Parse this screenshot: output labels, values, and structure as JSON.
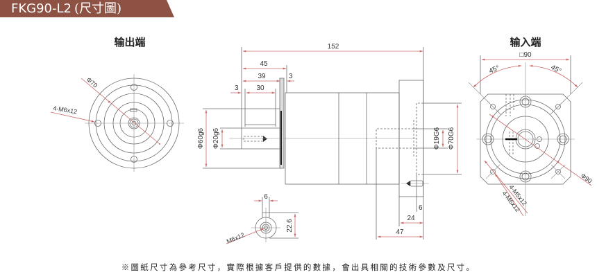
{
  "header": {
    "title": "FKG90-L2",
    "title_suffix": "(尺寸圖)"
  },
  "output_view": {
    "title": "输出端",
    "diameter_label": "Φ70",
    "bolt_label": "4-M6x12"
  },
  "side_view": {
    "overall_length": "152",
    "dim_45": "45",
    "dim_39": "39",
    "dim_30": "30",
    "dim_3_left": "3",
    "dim_3_right": "3",
    "pilot_diameter": "Φ60g6",
    "shaft_diameter": "Φ20g6",
    "input_bore_diameter": "Φ19G6",
    "input_pilot_diameter": "Φ70G6",
    "dim_24": "24",
    "dim_47": "47",
    "dim_6": "6"
  },
  "key_detail": {
    "key_width": "6",
    "key_height": "22.6",
    "thread_label": "M6x12"
  },
  "input_view": {
    "title": "输入端",
    "square_label": "□90",
    "angle_left": "45°",
    "angle_right": "45°",
    "diameter_label": "Φ90",
    "bolt_label_1": "4-M5x12",
    "bolt_label_2": "4-M6x12"
  },
  "footnote": "※圖紙尺寸為參考尺寸，實際根據客戶提供的數據，會出具相關的技術參數及尺寸。",
  "colors": {
    "banner": "#8d5243",
    "dimension": "#c96a6a",
    "line": "#6a6a6a"
  }
}
